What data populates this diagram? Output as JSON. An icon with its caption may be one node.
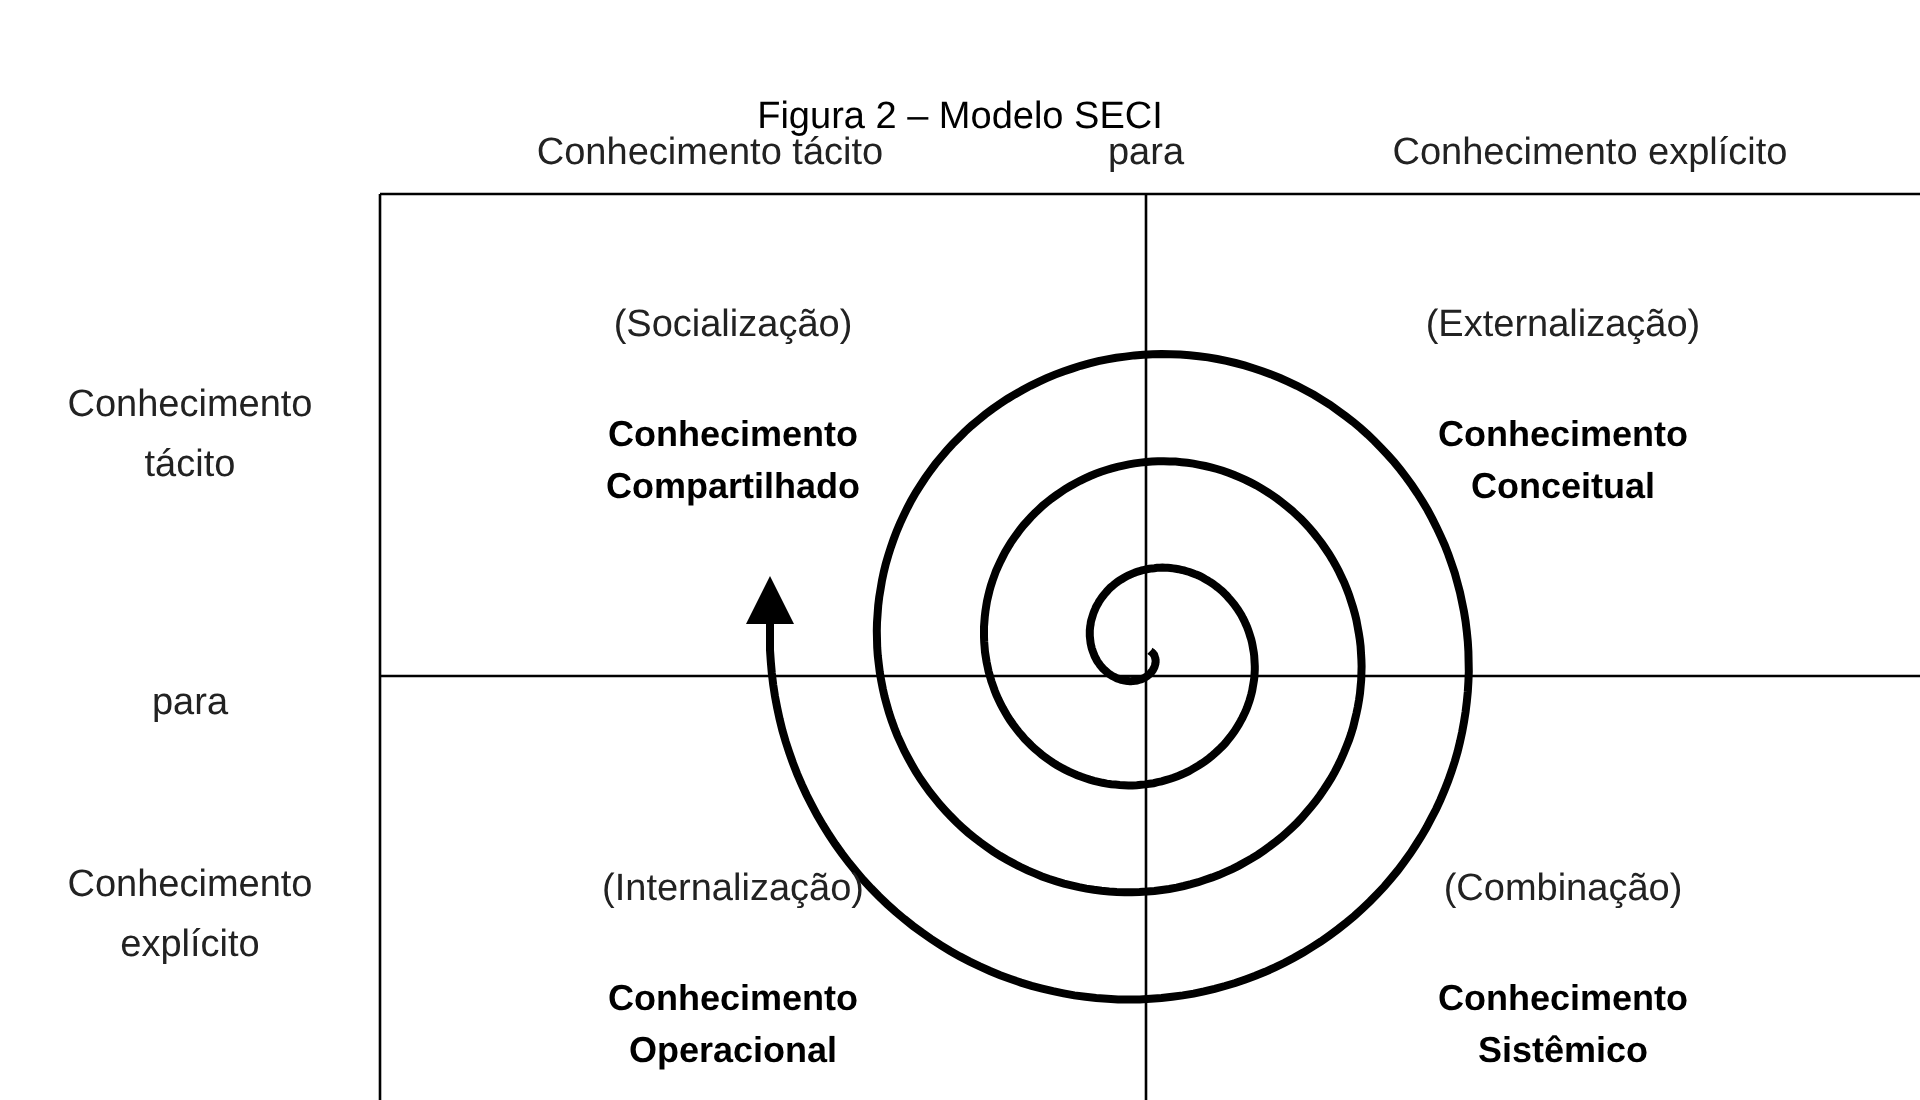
{
  "diagram": {
    "title": "Figura 2 – Modelo SECI",
    "nodes": [
      {
        "text": [
          "(Socialização)",
          "Conhecimento Compartilhado"
        ]
      },
      {
        "text": [
          "(Externalização)",
          "Conhecimento Conceitual"
        ]
      },
      {
        "text": [
          "(Internalização)",
          "Conhecimento Operacional"
        ]
      },
      {
        "text": [
          "(Combinação)",
          "Conhecimento Sistêmico"
        ]
      }
    ],
    "edges": [],
    "labels": [
      "Conhecimento tácito",
      "para",
      "Conhecimento explícito",
      "Conhecimento tácito",
      "para",
      "Conhecimento explícito"
    ]
  }
}
